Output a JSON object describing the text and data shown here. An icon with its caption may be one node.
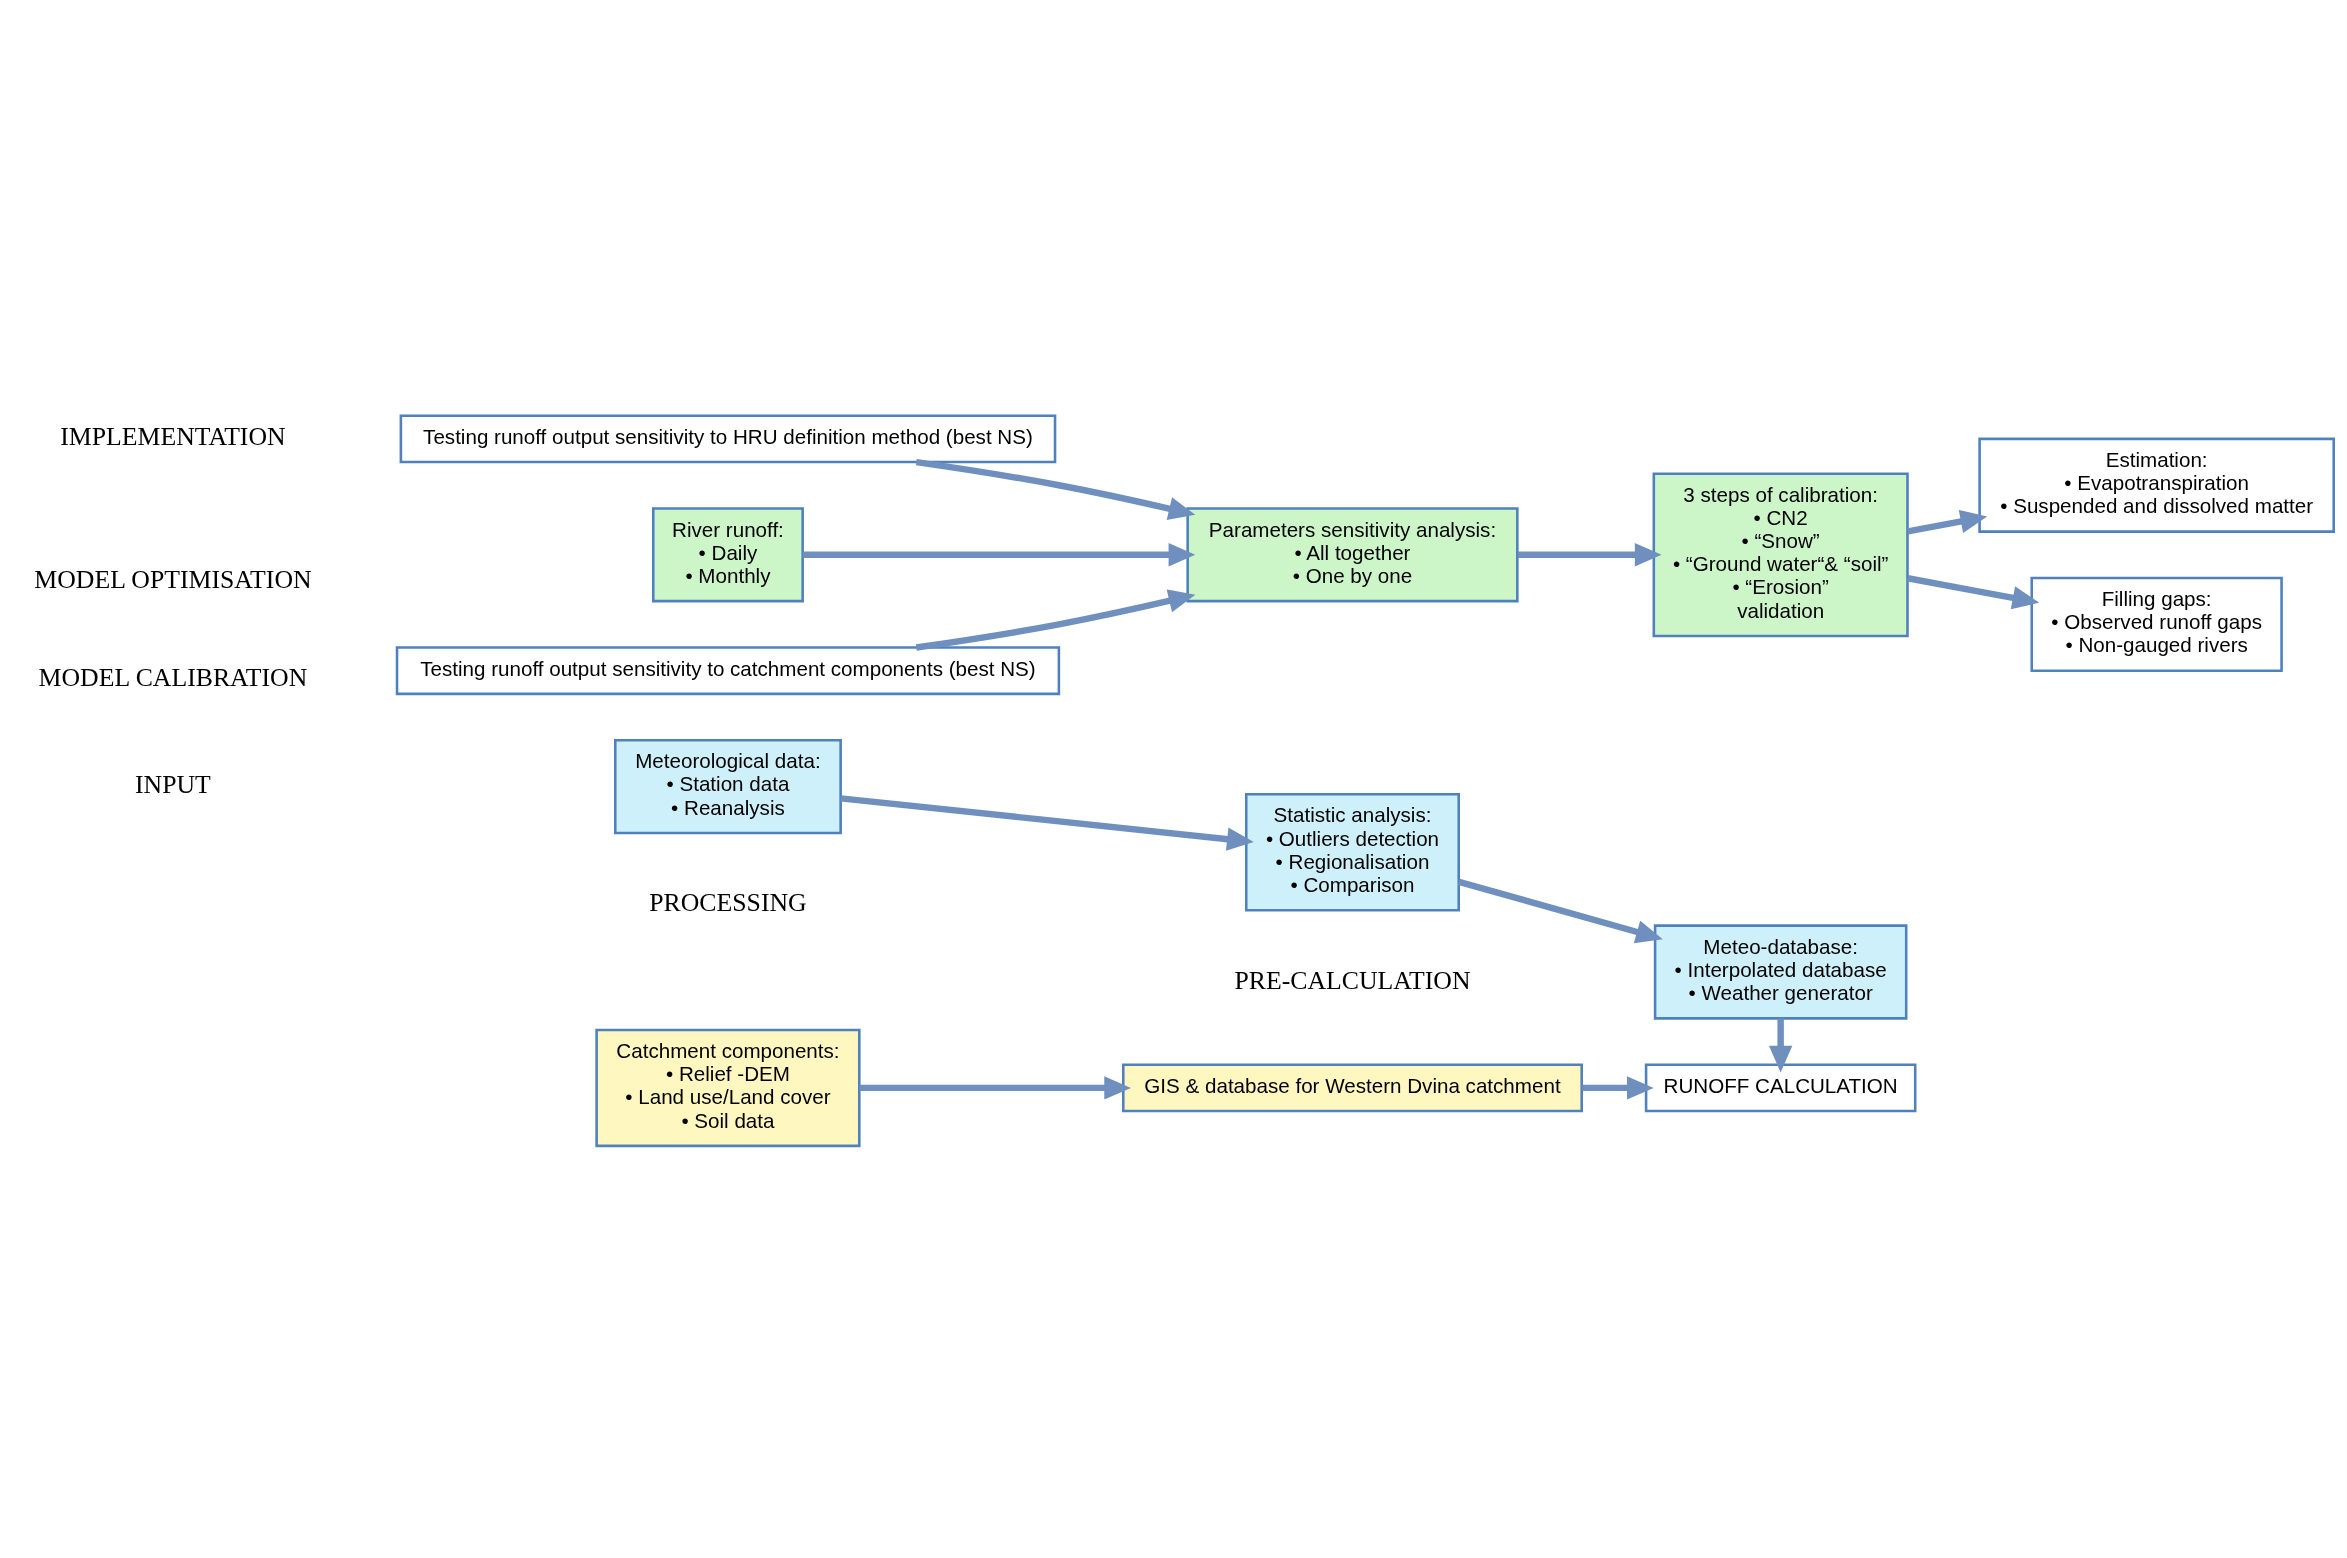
{
  "diagram": {
    "nodes": [
      {
        "text": [
          "Meteorological data:",
          "• Station data",
          "• Reanalysis"
        ]
      },
      {
        "text": [
          "Statistic analysis:",
          "• Outliers detection",
          "• Regionalisation",
          "• Comparison"
        ]
      },
      {
        "text": [
          "Meteo-database:",
          "• Interpolated database",
          "• Weather generator"
        ]
      },
      {
        "text": [
          "Catchment components:",
          "• Relief -DEM",
          "• Land use/Land cover",
          "• Soil data"
        ]
      },
      {
        "text": [
          "GIS & database for Western Dvina catchment"
        ]
      },
      {
        "text": [
          "RUNOFF CALCULATION"
        ]
      },
      {
        "text": [
          "Testing runoff output sensitivity to catchment components (best NS)"
        ]
      },
      {
        "text": [
          "Testing runoff output sensitivity to HRU definition method (best NS)"
        ]
      },
      {
        "text": [
          "Parameters sensitivity analysis:",
          "• All together",
          "• One by one"
        ]
      },
      {
        "text": [
          "River runoff:",
          "• Daily",
          "• Monthly"
        ]
      },
      {
        "text": [
          "3 steps of calibration:",
          "• CN2",
          "• “Snow”",
          "• “Ground water“& “soil”",
          "• “Erosion”",
          "validation"
        ]
      },
      {
        "text": [
          "Estimation:",
          "• Evapotranspiration",
          "• Suspended and dissolved matter"
        ]
      },
      {
        "text": [
          "Filling gaps:",
          "• Observed runoff gaps",
          "• Non-gauged rivers"
        ]
      }
    ],
    "edges": [
      {
        "from": 0,
        "to": 1,
        "arrow": "to"
      },
      {
        "from": 1,
        "to": 2,
        "arrow": "to"
      },
      {
        "from": 3,
        "to": 4,
        "arrow": "to"
      },
      {
        "from": 4,
        "to": 5,
        "arrow": "to"
      },
      {
        "from": 2,
        "to": 5,
        "arrow": "to"
      },
      {
        "from": 6,
        "to": 8,
        "arrow": "to"
      },
      {
        "from": 7,
        "to": 8,
        "arrow": "to"
      },
      {
        "from": 9,
        "to": 8,
        "arrow": "to"
      },
      {
        "from": 8,
        "to": 10,
        "arrow": "to"
      },
      {
        "from": 10,
        "to": 11,
        "arrow": "to"
      },
      {
        "from": 10,
        "to": 12,
        "arrow": "to"
      }
    ],
    "labels": [
      "INPUT",
      "PROCESSING",
      "PRE-CALCULATION",
      "MODEL OPTIMISATION",
      "IMPLEMENTATION",
      "MODEL CALIBRATION"
    ]
  }
}
